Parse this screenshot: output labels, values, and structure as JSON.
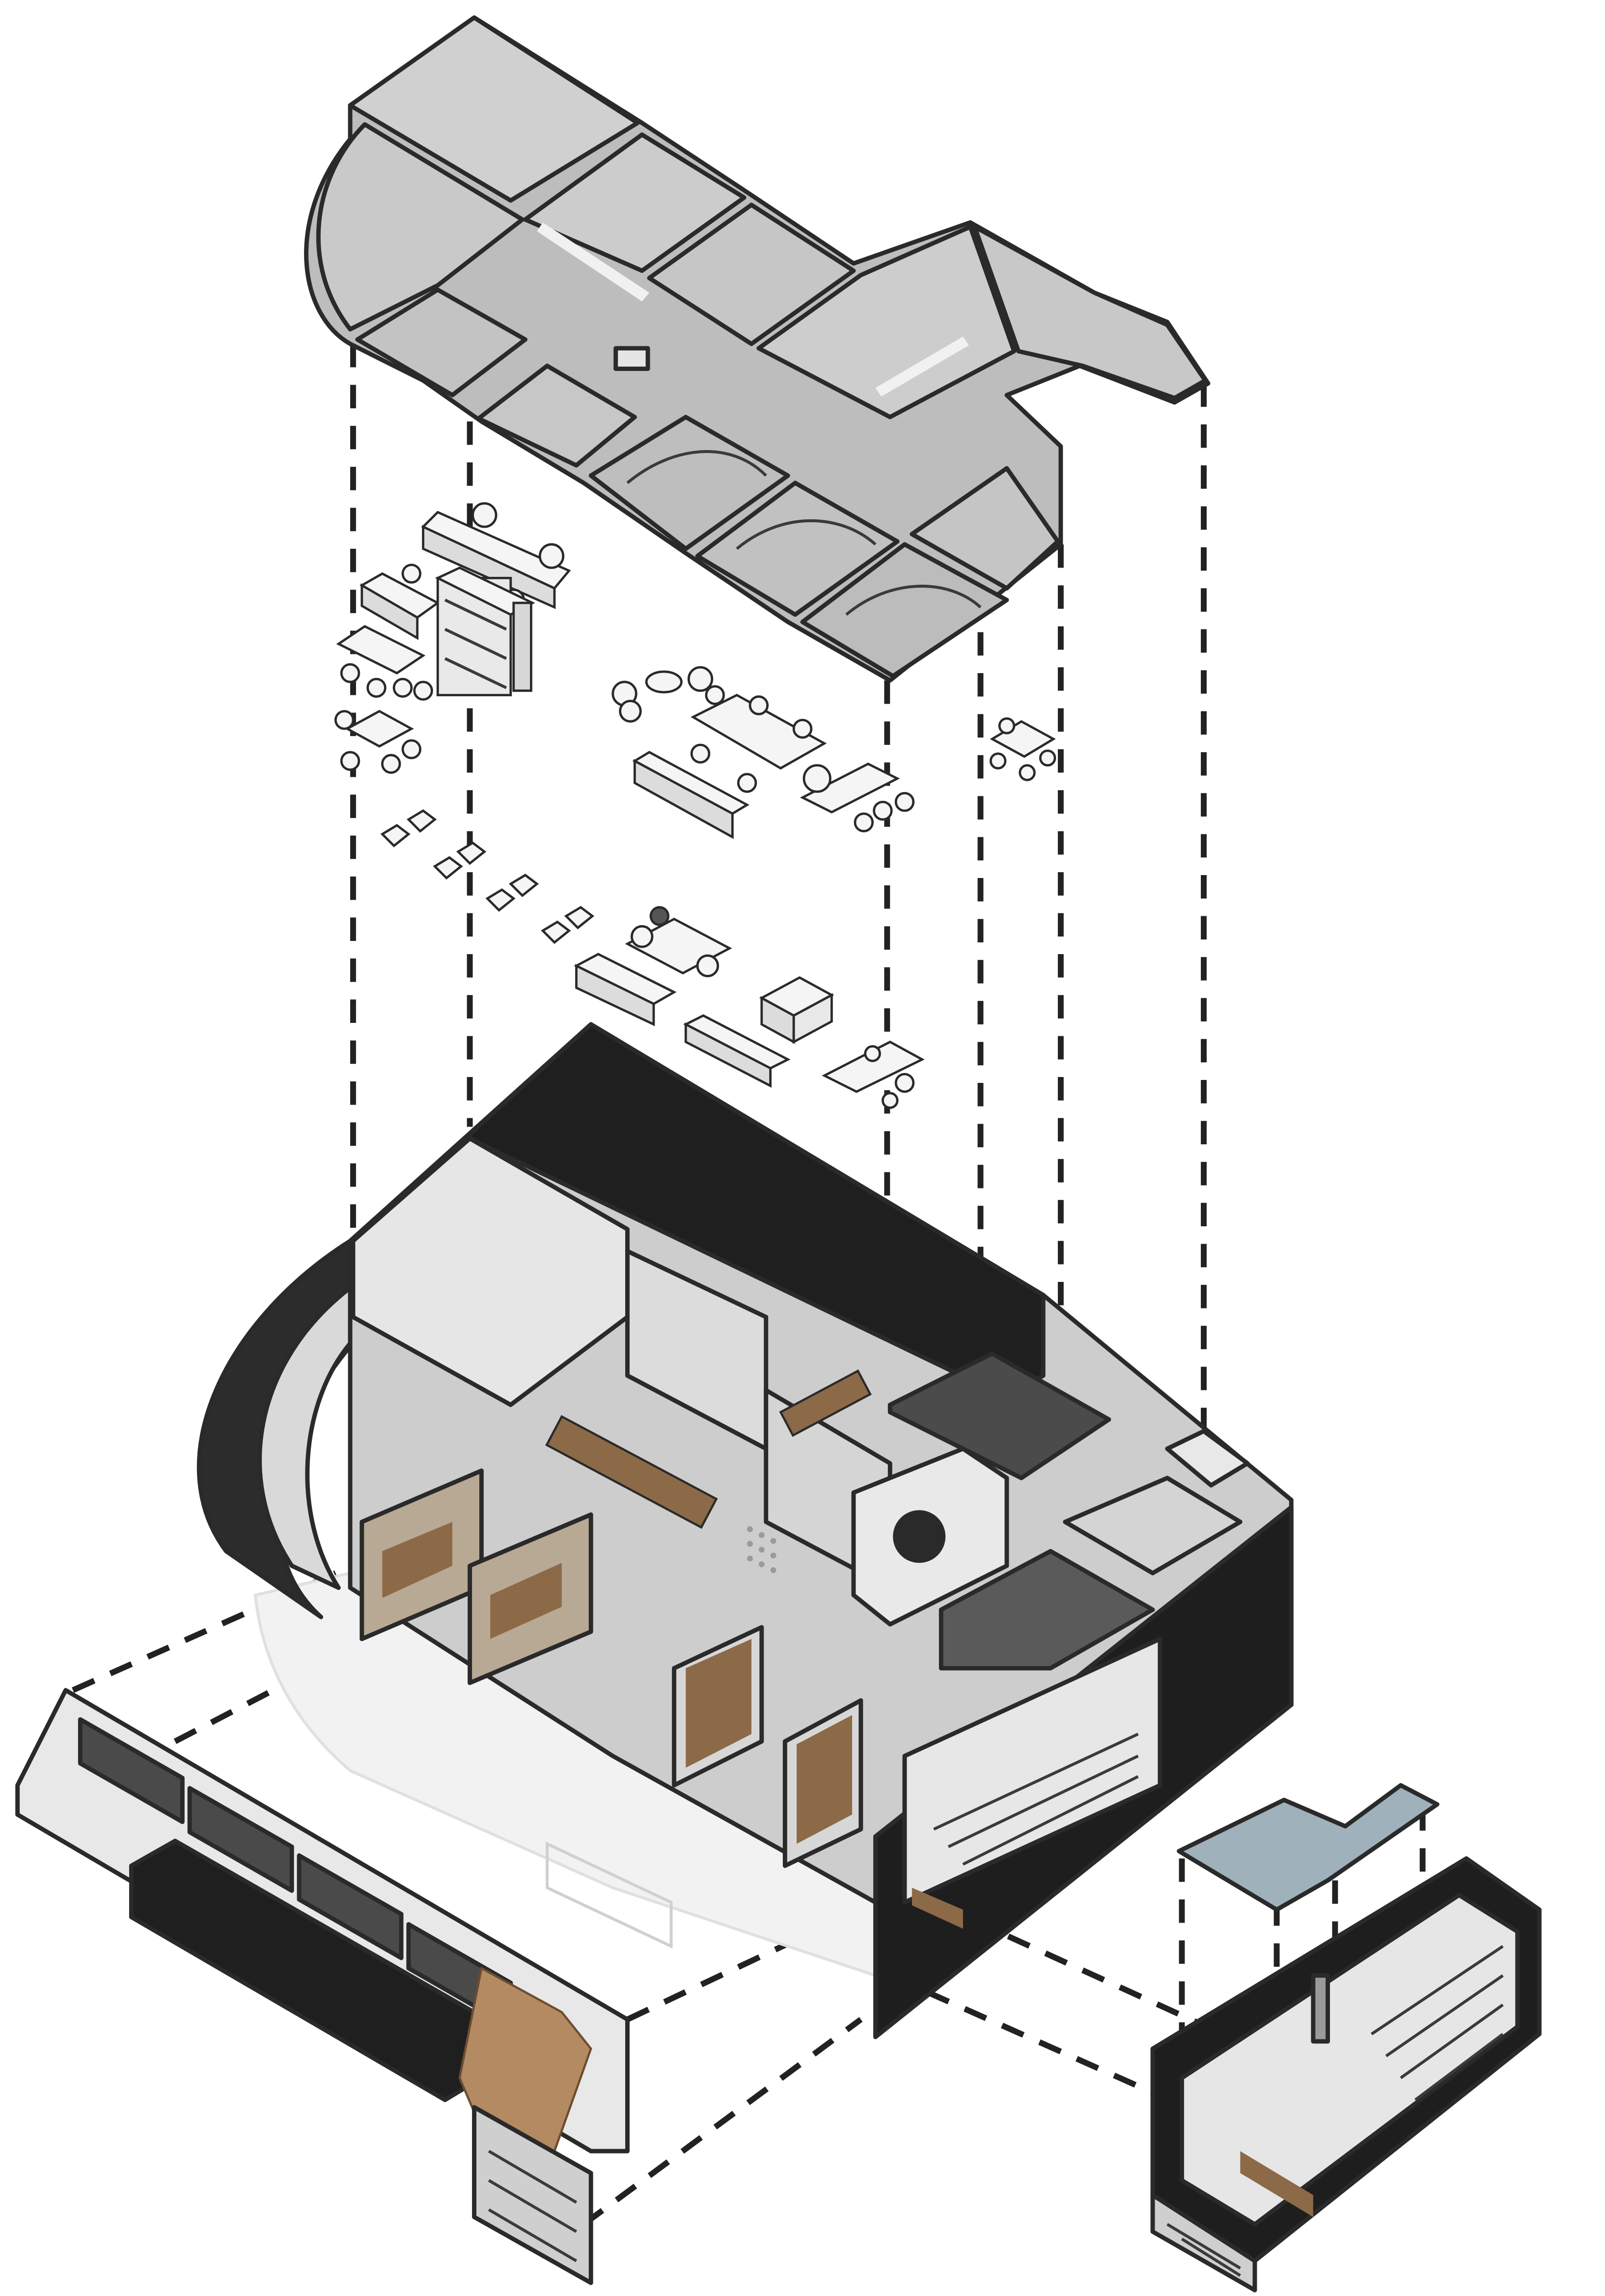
{
  "diagram": {
    "type": "exploded-axonometric",
    "background": "#ffffff",
    "colors": {
      "slab": "#c4c4c4",
      "slab_top": "#d2d2d2",
      "slab_edge": "#9c9c9c",
      "wall_dark": "#1f1f1f",
      "floor": "#cfcfcf",
      "wall_light": "#e9e9e9",
      "wood": "#8c6a48",
      "glass": "#9fb1bb",
      "line": "#2a2a2a",
      "ghost": "#f3f3f3"
    },
    "components": [
      {
        "name": "roof-slab",
        "icon": "roof-slab-icon"
      },
      {
        "name": "furniture-upper",
        "icon": "furniture-cluster-icon"
      },
      {
        "name": "furniture-lower",
        "icon": "furniture-cluster-icon"
      },
      {
        "name": "main-floor",
        "icon": "floor-plan-volume-icon"
      },
      {
        "name": "facade-wall",
        "icon": "facade-icon"
      },
      {
        "name": "stair-block",
        "icon": "stair-icon"
      },
      {
        "name": "stair-roof",
        "icon": "glass-roof-icon"
      }
    ]
  }
}
